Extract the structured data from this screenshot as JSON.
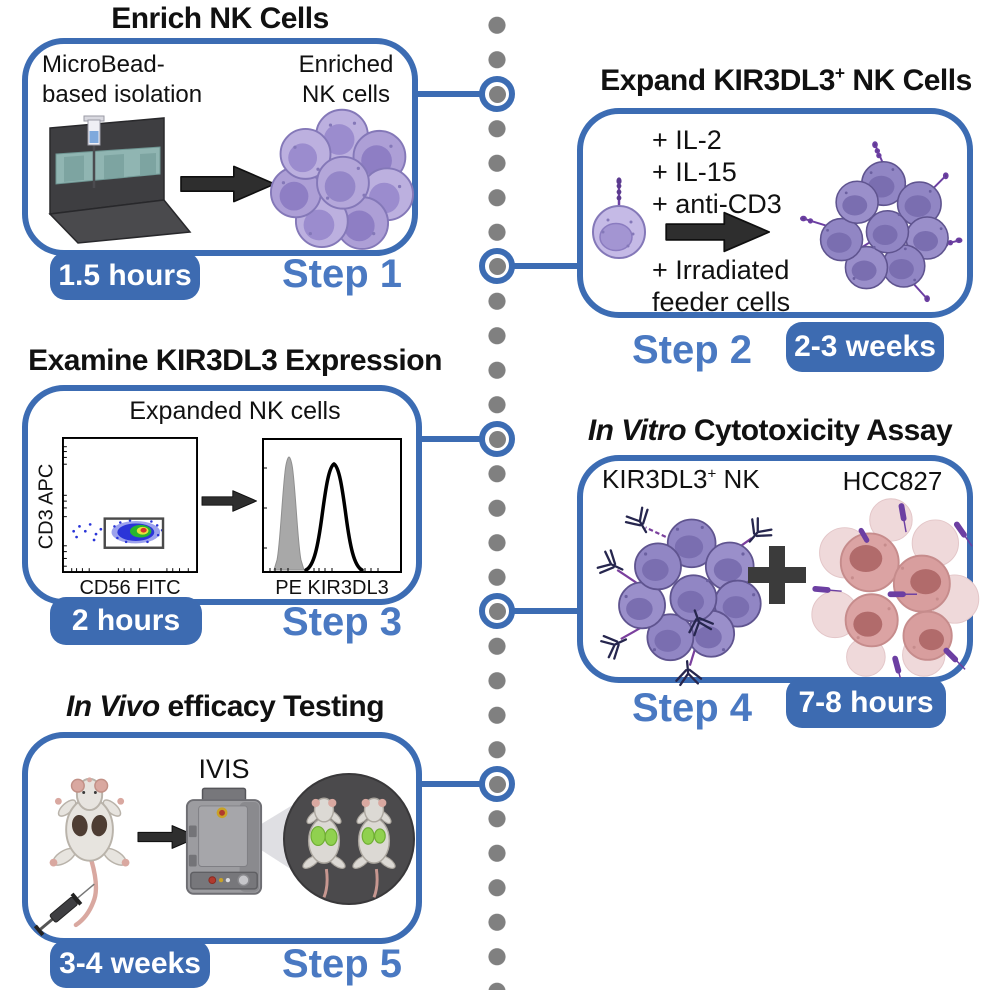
{
  "colors": {
    "panel_border_blue": "#3C6CB3",
    "badge_blue": "#3D6BB1",
    "step_text_blue": "#4A79C2",
    "timeline_dot_gray": "#808080",
    "arrow_black": "#2E2E2E",
    "nk_cell_purple_light": "#BCB0DF",
    "nk_cell_purple_dark": "#9186C4",
    "receptor_purple": "#6C3FA2",
    "antibody_navy": "#26264E",
    "tumor_cell_pink": "#DBA3A3",
    "bioluminescence_green": "#90D14F",
    "flow_dot_blue": "#2A35D8",
    "flow_dot_green": "#27B52E",
    "flow_dot_red": "#D8342A"
  },
  "panels": {
    "p1": {
      "title": "Enrich NK Cells",
      "label_left_line1": "MicroBead-",
      "label_left_line2": "based isolation",
      "label_right_line1": "Enriched",
      "label_right_line2": "NK cells",
      "duration": "1.5 hours",
      "step": "Step 1"
    },
    "p2": {
      "title_main": "Expand KIR3DL3",
      "title_sup": "+",
      "title_rest": " NK Cells",
      "additive1": "+ IL-2",
      "additive2": "+ IL-15",
      "additive3": "+ anti-CD3",
      "additive4_line1": "+ Irradiated",
      "additive4_line2": "feeder cells",
      "step": "Step 2",
      "duration": "2-3 weeks"
    },
    "p3": {
      "title": "Examine KIR3DL3 Expression",
      "subtitle": "Expanded NK cells",
      "scatter_ylabel": "CD3 APC",
      "scatter_xlabel": "CD56 FITC",
      "hist_xlabel": "PE KIR3DL3",
      "duration": "2 hours",
      "step": "Step 3"
    },
    "p4": {
      "title_italic": "In Vitro",
      "title_rest": " Cytotoxicity Assay",
      "nk_label": "KIR3DL3",
      "nk_label_sup": "+",
      "nk_label_rest": " NK",
      "target_label": "HCC827",
      "step": "Step 4",
      "duration": "7-8 hours"
    },
    "p5": {
      "title_italic": "In Vivo",
      "title_rest": " efficacy Testing",
      "machine_label": "IVIS",
      "duration": "3-4 weeks",
      "step": "Step 5"
    }
  }
}
